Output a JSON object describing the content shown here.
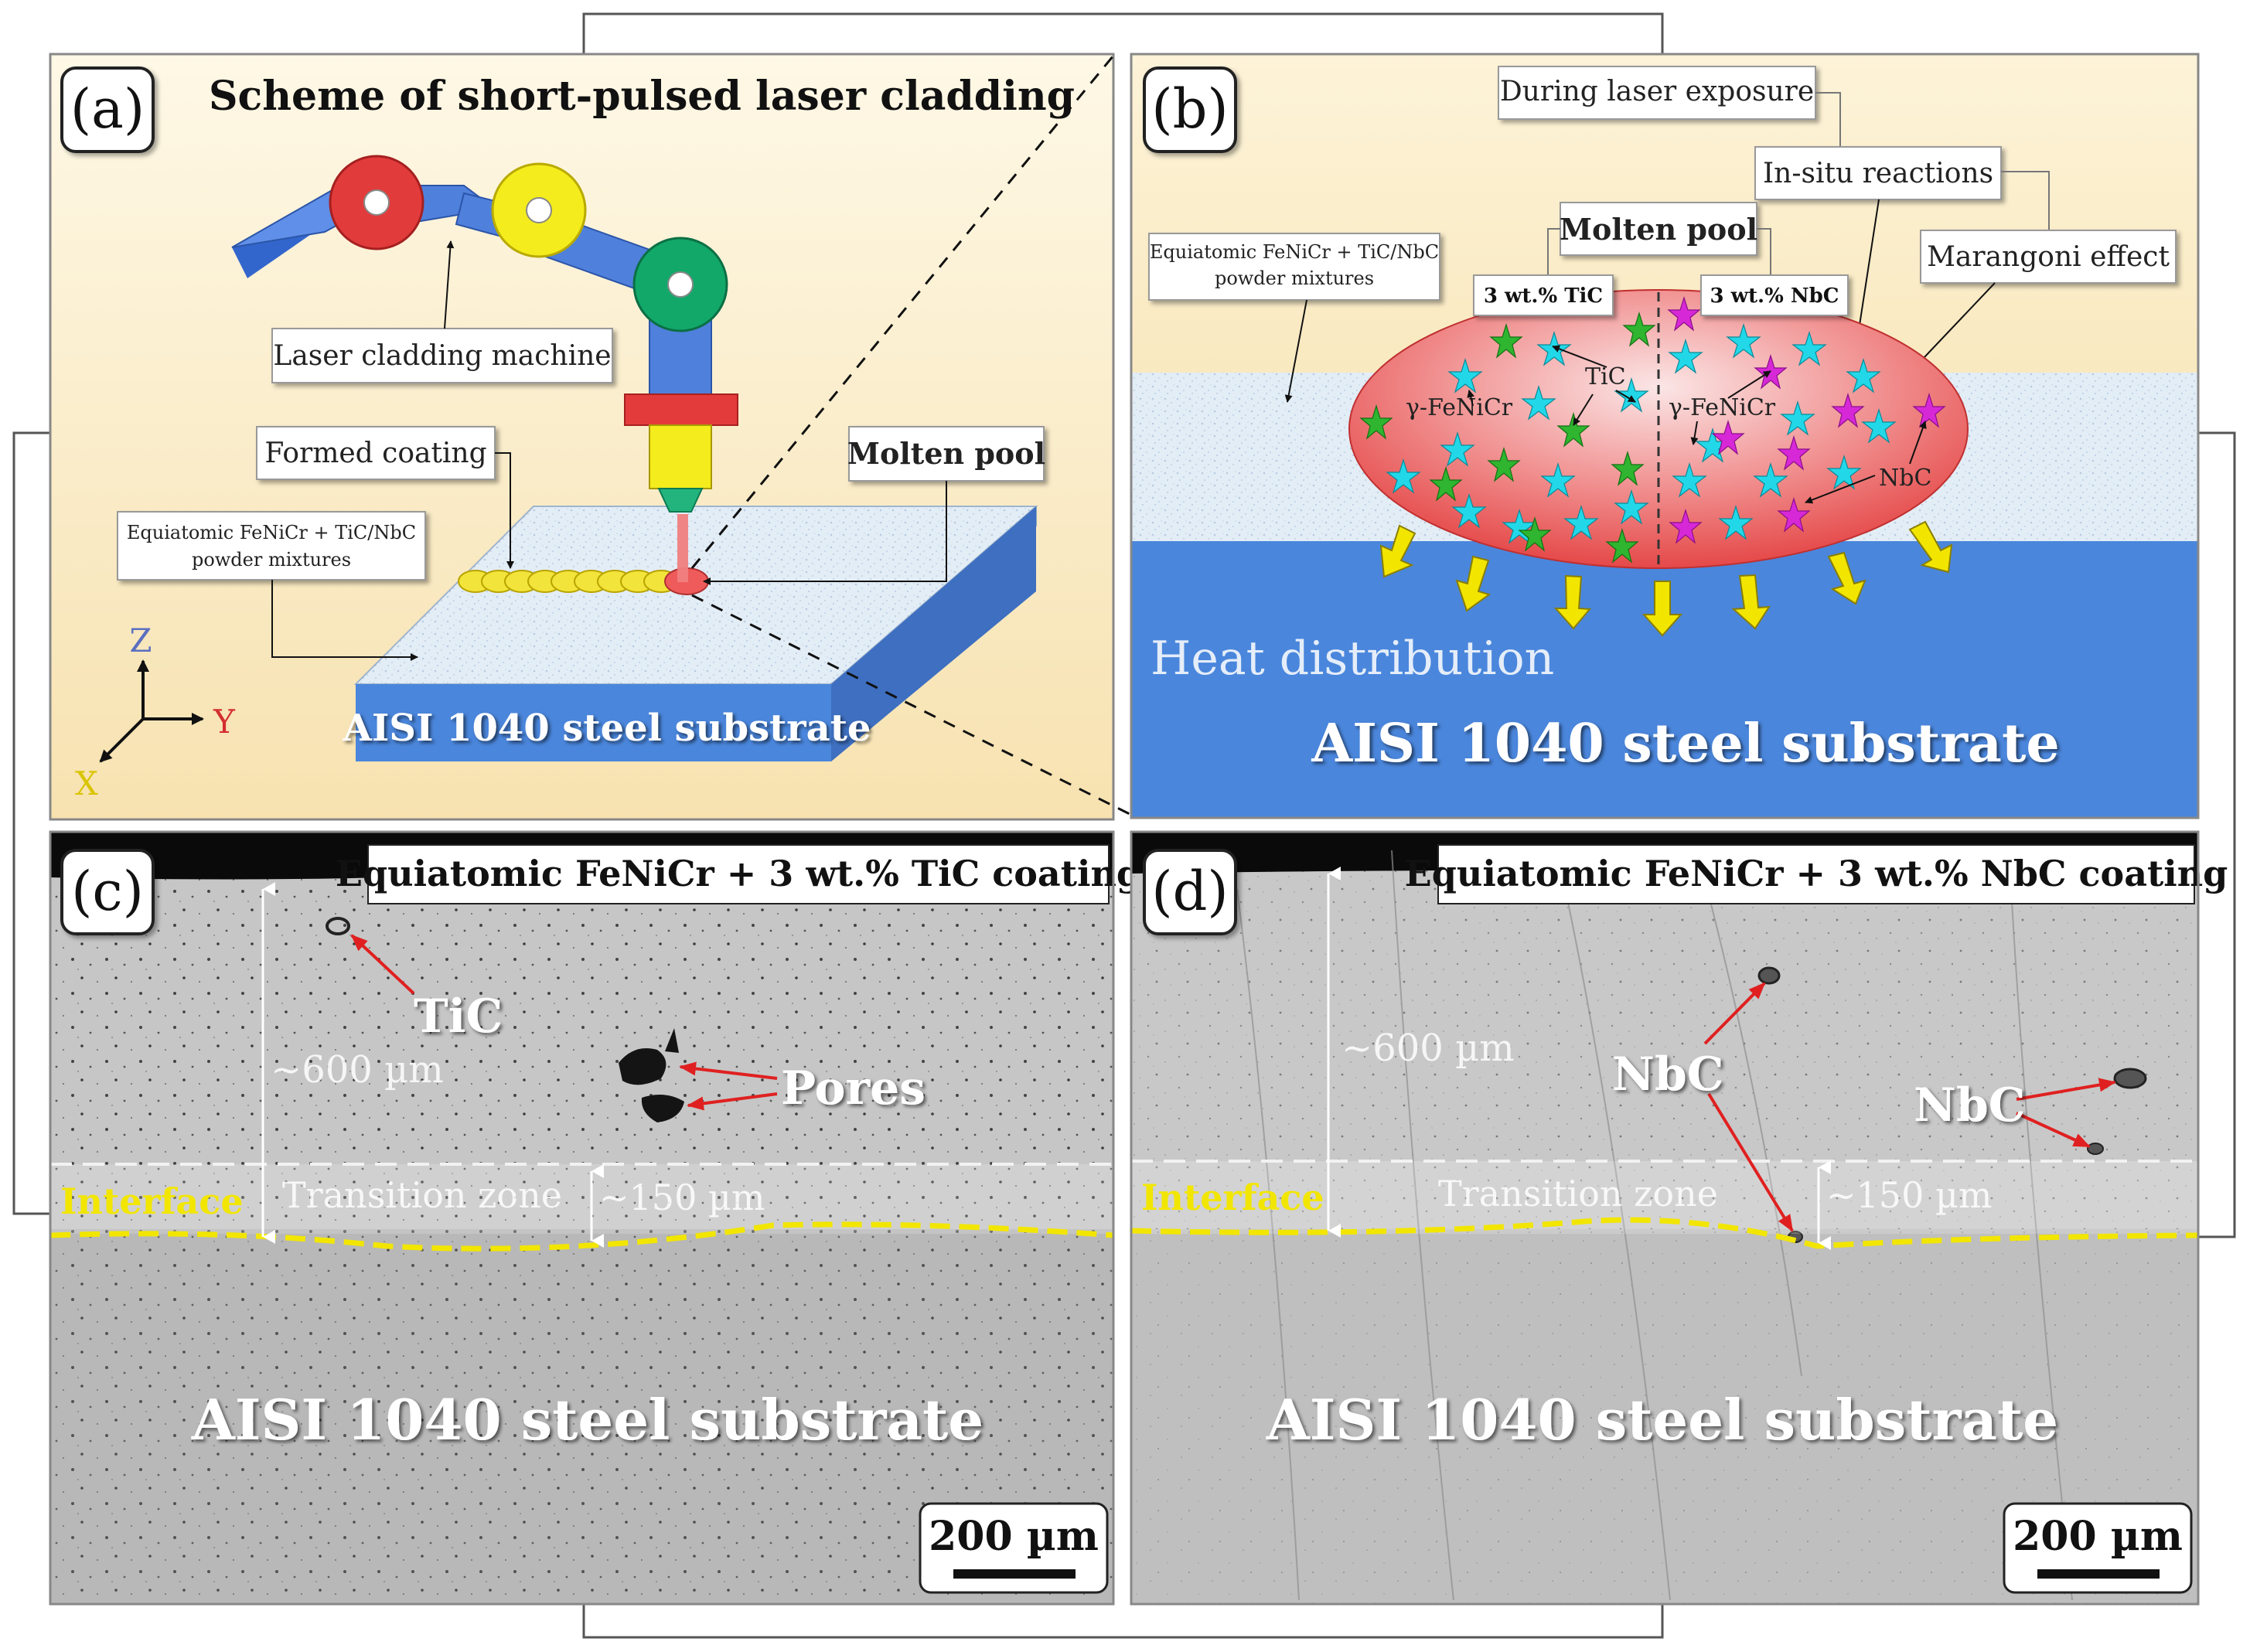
{
  "panel_a": {
    "letter": "(a)",
    "title": "Scheme of short-pulsed laser cladding",
    "laser_machine_label": "Laser cladding machine",
    "formed_coating_label": "Formed coating",
    "molten_pool_label": "Molten pool",
    "powder_label_line1": "Equiatomic FeNiCr + TiC/NbC",
    "powder_label_line2": "powder mixtures",
    "substrate_label": "AISI 1040 steel substrate",
    "axes": {
      "z": "Z",
      "y": "Y",
      "x": "X"
    }
  },
  "panel_b": {
    "letter": "(b)",
    "during_laser_label": "During laser exposure",
    "insitu_label": "In-situ reactions",
    "molten_pool_label": "Molten pool",
    "marangoni_label": "Marangoni effect",
    "powder_label_line1": "Equiatomic FeNiCr + TiC/NbC",
    "powder_label_line2": "powder mixtures",
    "tic_side_label": "3 wt.% TiC",
    "nbc_side_label": "3 wt.% NbC",
    "gamma_left": "γ-FeNiCr",
    "gamma_right": "γ-FeNiCr",
    "tic_label": "TiC",
    "nbc_label": "NbC",
    "heat_label": "Heat distribution",
    "substrate_label": "AISI 1040 steel substrate"
  },
  "panel_c": {
    "letter": "(c)",
    "title": "Equiatomic FeNiCr + 3 wt.% TiC coating",
    "tic_label": "TiC",
    "pores_label": "Pores",
    "thickness_label": "~600 µm",
    "interface_label": "Interface",
    "transition_label": "Transition zone",
    "transition_thickness": "~150 µm",
    "substrate_label": "AISI 1040 steel substrate",
    "scale_label": "200 µm"
  },
  "panel_d": {
    "letter": "(d)",
    "title": "Equiatomic FeNiCr + 3 wt.% NbC coating",
    "nbc_label_1": "NbC",
    "nbc_label_2": "NbC",
    "thickness_label": "~600 µm",
    "interface_label": "Interface",
    "transition_label": "Transition zone",
    "transition_thickness": "~150 µm",
    "substrate_label": "AISI 1040 steel substrate",
    "scale_label": "200 µm"
  },
  "colors": {
    "substrate_blue": "#4a86dc",
    "powder_blue": "#dce8f4",
    "cream_top": "#fdf4dc",
    "cream_bottom": "#f8e6b8",
    "molten_red": "#e5484d",
    "interface_yellow": "#f2e600",
    "arrow_red": "#e02020",
    "joint_red": "#e23b3b",
    "joint_yellow": "#f4ec1c",
    "joint_green": "#12a86a",
    "star_cyan": "#22d8e8",
    "star_green": "#2fb52f",
    "star_magenta": "#d728d7"
  }
}
